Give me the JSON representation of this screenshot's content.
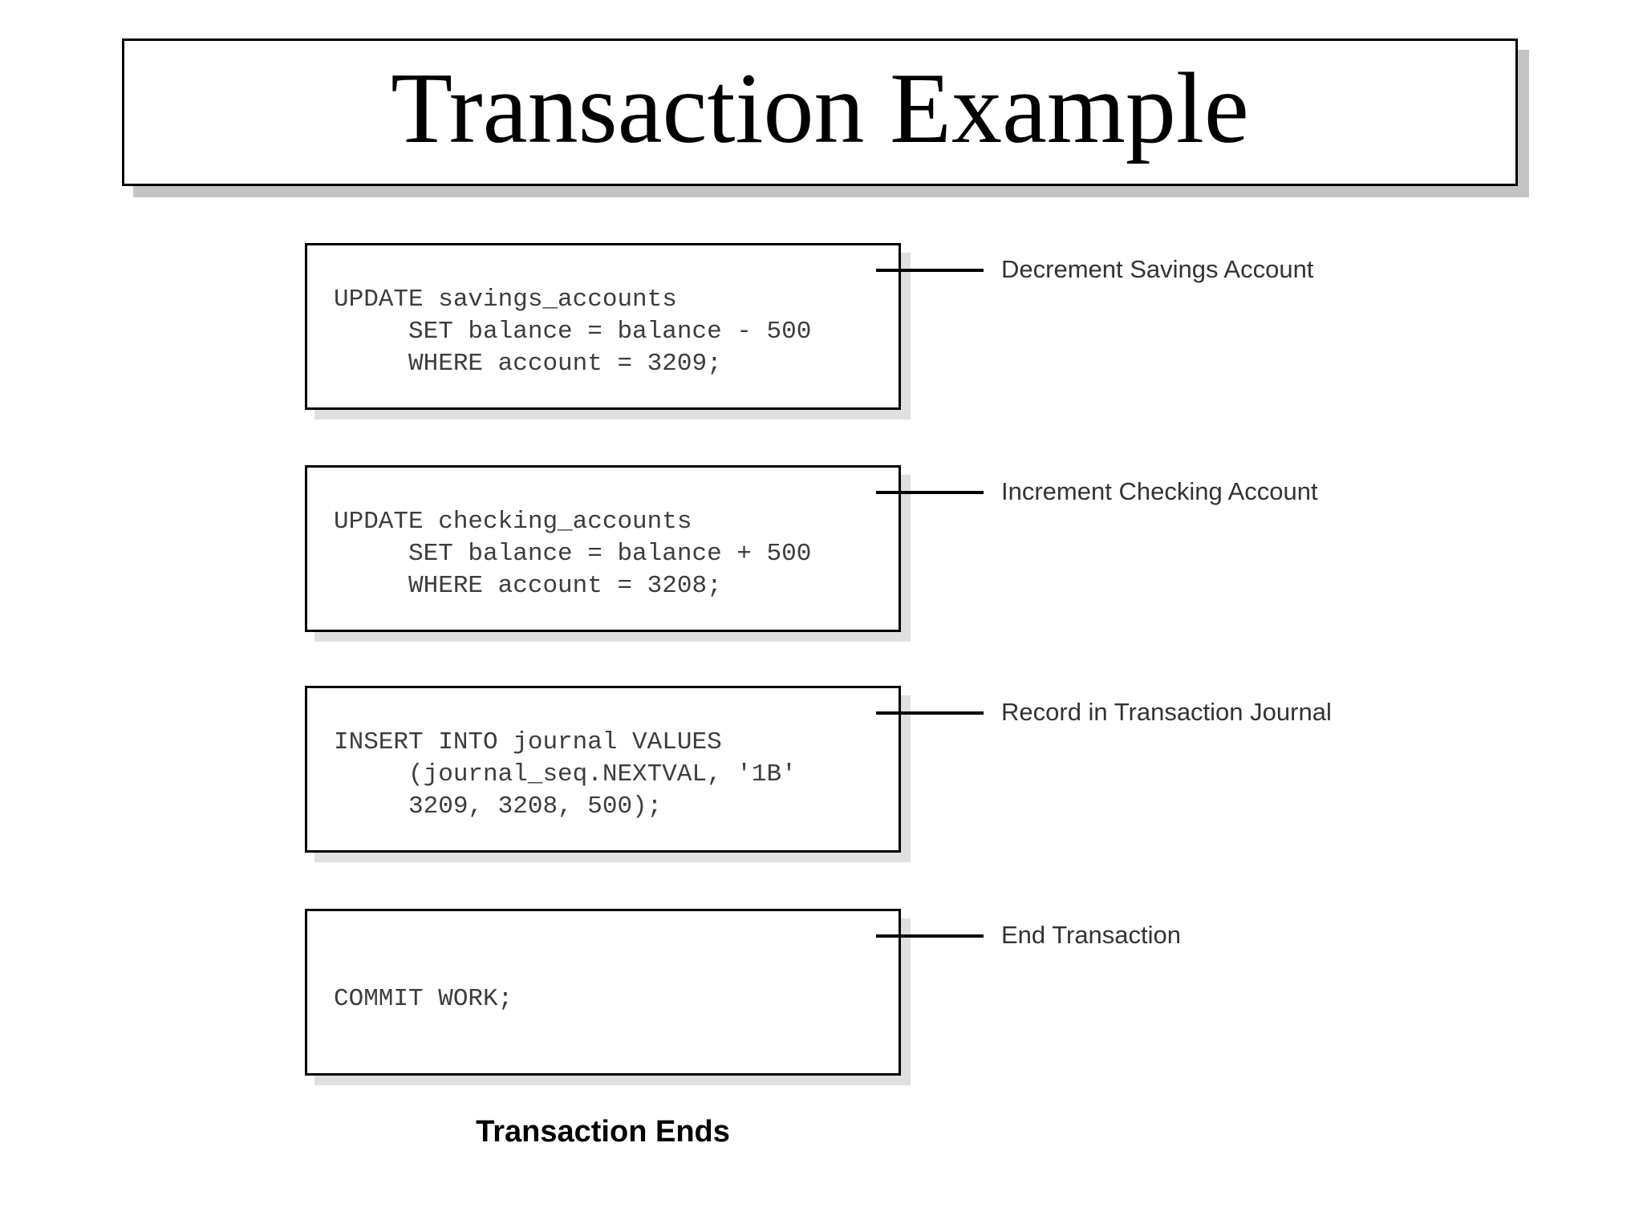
{
  "slide": {
    "title": "Transaction Example",
    "footer": "Transaction Ends"
  },
  "boxes": [
    {
      "label": "Decrement Savings Account",
      "lines": [
        "UPDATE savings_accounts",
        "     SET balance = balance - 500",
        "     WHERE account = 3209;"
      ]
    },
    {
      "label": "Increment Checking Account",
      "lines": [
        "UPDATE checking_accounts",
        "     SET balance = balance + 500",
        "     WHERE account = 3208;"
      ]
    },
    {
      "label": "Record in Transaction Journal",
      "lines": [
        "INSERT INTO journal VALUES",
        "     (journal_seq.NEXTVAL, '1B'",
        "     3209, 3208, 500);"
      ]
    },
    {
      "label": "End Transaction",
      "lines": [
        "COMMIT WORK;"
      ]
    }
  ],
  "colors": {
    "border": "#000000",
    "connector_line": "#000000",
    "code_text": "#3d3d3d",
    "label_text": "#333333",
    "box_shadow": "#e0e0e0",
    "title_shadow": "#c4c4c4",
    "background": "#ffffff"
  }
}
